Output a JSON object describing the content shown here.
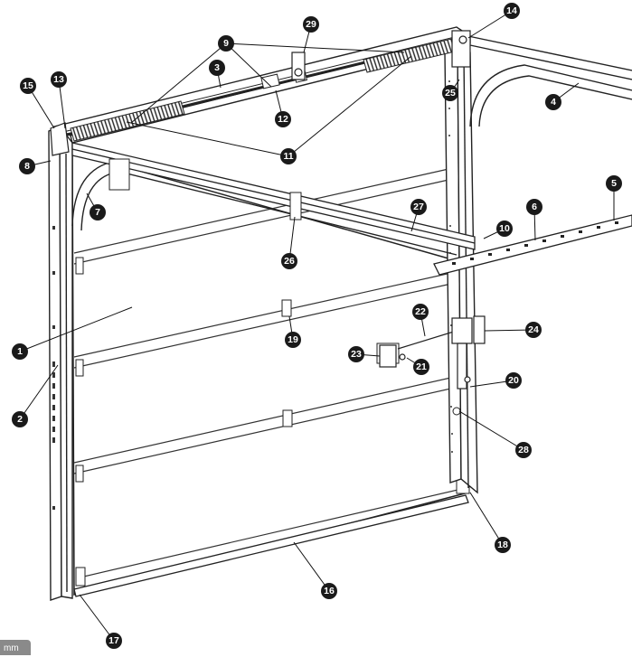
{
  "diagram": {
    "callouts": [
      {
        "id": "c1",
        "label": "1"
      },
      {
        "id": "c2",
        "label": "2"
      },
      {
        "id": "c3",
        "label": "3"
      },
      {
        "id": "c4",
        "label": "4"
      },
      {
        "id": "c5",
        "label": "5"
      },
      {
        "id": "c6",
        "label": "6"
      },
      {
        "id": "c7",
        "label": "7"
      },
      {
        "id": "c8",
        "label": "8"
      },
      {
        "id": "c9",
        "label": "9"
      },
      {
        "id": "c10",
        "label": "10"
      },
      {
        "id": "c11",
        "label": "11"
      },
      {
        "id": "c12",
        "label": "12"
      },
      {
        "id": "c13",
        "label": "13"
      },
      {
        "id": "c14",
        "label": "14"
      },
      {
        "id": "c15",
        "label": "15"
      },
      {
        "id": "c16",
        "label": "16"
      },
      {
        "id": "c17",
        "label": "17"
      },
      {
        "id": "c18",
        "label": "18"
      },
      {
        "id": "c19",
        "label": "19"
      },
      {
        "id": "c20",
        "label": "20"
      },
      {
        "id": "c21",
        "label": "21"
      },
      {
        "id": "c22",
        "label": "22"
      },
      {
        "id": "c23",
        "label": "23"
      },
      {
        "id": "c24",
        "label": "24"
      },
      {
        "id": "c25",
        "label": "25"
      },
      {
        "id": "c26",
        "label": "26"
      },
      {
        "id": "c27",
        "label": "27"
      },
      {
        "id": "c28",
        "label": "28"
      },
      {
        "id": "c29",
        "label": "29"
      }
    ],
    "unit_tag": "mm"
  }
}
